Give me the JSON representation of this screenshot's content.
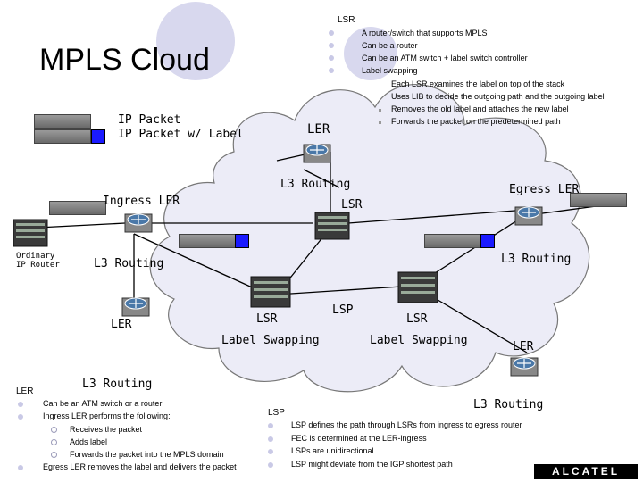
{
  "title": "MPLS Cloud",
  "legend": {
    "packet": "IP Packet",
    "packet_label": "IP Packet w/ Label"
  },
  "lsr_box": {
    "heading": "LSR",
    "items": [
      "A router/switch that supports MPLS",
      "Can be a router",
      "Can be an ATM switch + label switch controller",
      "Label swapping"
    ],
    "sub_items": [
      "Each LSR examines the label on top of the stack",
      "Uses LIB to decide the outgoing path and the outgoing label",
      "Removes the old label and attaches the new label",
      "Forwards the packet on the predetermined path"
    ]
  },
  "labels": {
    "ler_top": "LER",
    "l3_routing_top": "L3 Routing",
    "egress_ler": "Egress LER",
    "ingress_ler": "Ingress LER",
    "lsr_mid": "LSR",
    "ordinary_router": "Ordinary IP Router",
    "l3_routing_left": "L3 Routing",
    "l3_routing_right": "L3 Routing",
    "lsp": "LSP",
    "lsr_left": "LSR",
    "lsr_right": "LSR",
    "ler_left": "LER",
    "ler_right": "LER",
    "label_swapping_left": "Label Swapping",
    "label_swapping_right": "Label Swapping",
    "l3_routing_bottom_left": "L3 Routing",
    "l3_routing_bottom_right": "L3 Routing"
  },
  "ler_box": {
    "heading": "LER",
    "items": [
      "Can be an ATM switch or a router",
      "Ingress LER performs the following:"
    ],
    "sub_items": [
      "Receives the packet",
      "Adds label",
      "Forwards the packet into the MPLS domain"
    ],
    "last_item": "Egress LER removes the label and delivers the packet"
  },
  "lsp_box": {
    "heading": "LSP",
    "items": [
      "LSP defines the path through LSRs from ingress to egress router",
      "FEC is determined at the LER-ingress",
      "LSPs are unidirectional",
      "LSP might deviate from the IGP shortest path"
    ]
  },
  "logo": "ALCATEL",
  "colors": {
    "cloud_fill": "#ececf7",
    "label_blue": "#1a1aff",
    "accent_circle": "#d8d8ee",
    "router_blue": "#4a78a8"
  }
}
